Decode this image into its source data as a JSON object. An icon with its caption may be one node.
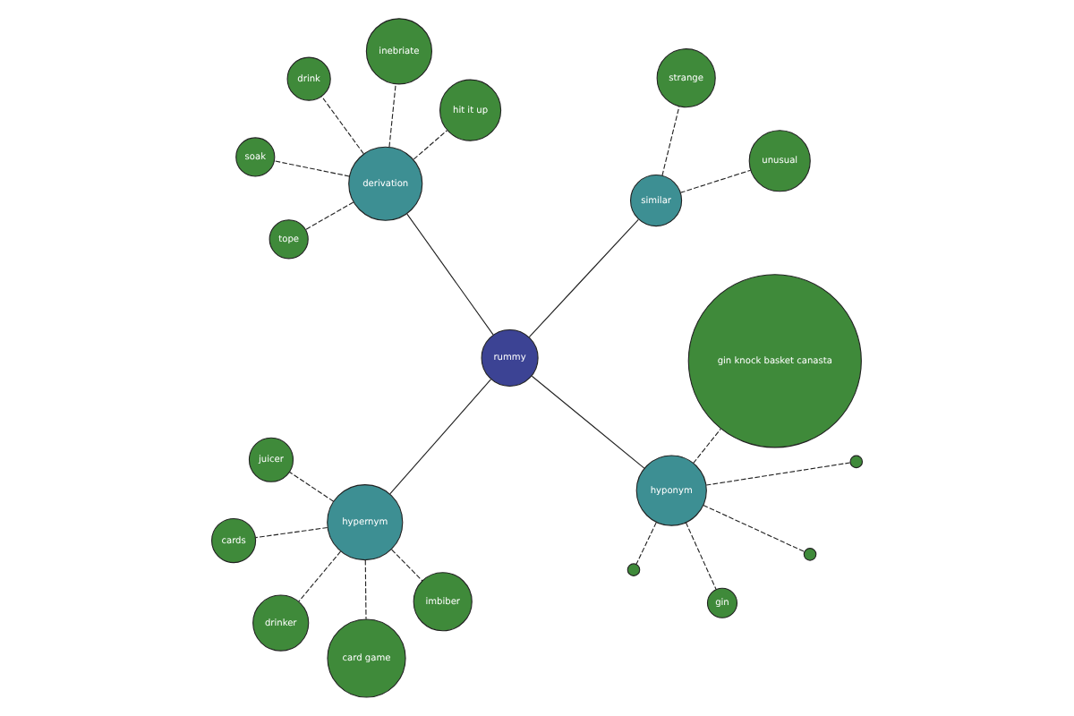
{
  "diagram": {
    "nodes": [
      {
        "text": [],
        "shape": "circle"
      },
      {
        "text": [],
        "shape": "circle"
      },
      {
        "text": [],
        "shape": "circle"
      },
      {
        "text": [
          "gin knock basket canasta"
        ]
      },
      {
        "text": [
          "hyponym"
        ]
      },
      {
        "text": [
          "juicer"
        ]
      },
      {
        "text": [
          "drinker"
        ]
      },
      {
        "text": [
          "unusual"
        ]
      },
      {
        "text": [
          "gin"
        ]
      },
      {
        "text": [
          "card game"
        ]
      },
      {
        "text": [
          "hypernym"
        ]
      },
      {
        "text": [
          "cards"
        ]
      },
      {
        "text": [
          "similar"
        ]
      },
      {
        "text": [
          "strange"
        ]
      },
      {
        "text": [
          "rummy"
        ]
      },
      {
        "text": [
          "imbiber"
        ]
      },
      {
        "text": [
          "derivation"
        ]
      },
      {
        "text": [
          "drink"
        ]
      },
      {
        "text": [
          "soak"
        ]
      },
      {
        "text": [
          "inebriate"
        ]
      },
      {
        "text": [
          "hit it up"
        ]
      },
      {
        "text": [
          "tope"
        ]
      }
    ],
    "edges": [
      {
        "from": 14,
        "to": 4,
        "arrow": "none"
      },
      {
        "from": 14,
        "to": 10,
        "arrow": "none"
      },
      {
        "from": 14,
        "to": 12,
        "arrow": "none"
      },
      {
        "from": 14,
        "to": 16,
        "arrow": "none"
      },
      {
        "from": 4,
        "to": 0,
        "arrow": "none",
        "style": "dashed"
      },
      {
        "from": 4,
        "to": 1,
        "arrow": "none",
        "style": "dashed"
      },
      {
        "from": 4,
        "to": 2,
        "arrow": "none",
        "style": "dashed"
      },
      {
        "from": 4,
        "to": 3,
        "arrow": "none",
        "style": "dashed"
      },
      {
        "from": 4,
        "to": 8,
        "arrow": "none",
        "style": "dashed"
      },
      {
        "from": 10,
        "to": 5,
        "arrow": "none",
        "style": "dashed"
      },
      {
        "from": 10,
        "to": 6,
        "arrow": "none",
        "style": "dashed"
      },
      {
        "from": 10,
        "to": 9,
        "arrow": "none",
        "style": "dashed"
      },
      {
        "from": 10,
        "to": 11,
        "arrow": "none",
        "style": "dashed"
      },
      {
        "from": 10,
        "to": 15,
        "arrow": "none",
        "style": "dashed"
      },
      {
        "from": 12,
        "to": 7,
        "arrow": "none",
        "style": "dashed"
      },
      {
        "from": 12,
        "to": 13,
        "arrow": "none",
        "style": "dashed"
      },
      {
        "from": 16,
        "to": 17,
        "arrow": "none",
        "style": "dashed"
      },
      {
        "from": 16,
        "to": 18,
        "arrow": "none",
        "style": "dashed"
      },
      {
        "from": 16,
        "to": 19,
        "arrow": "none",
        "style": "dashed"
      },
      {
        "from": 16,
        "to": 20,
        "arrow": "none",
        "style": "dashed"
      },
      {
        "from": 16,
        "to": 21,
        "arrow": "none",
        "style": "dashed"
      }
    ]
  }
}
